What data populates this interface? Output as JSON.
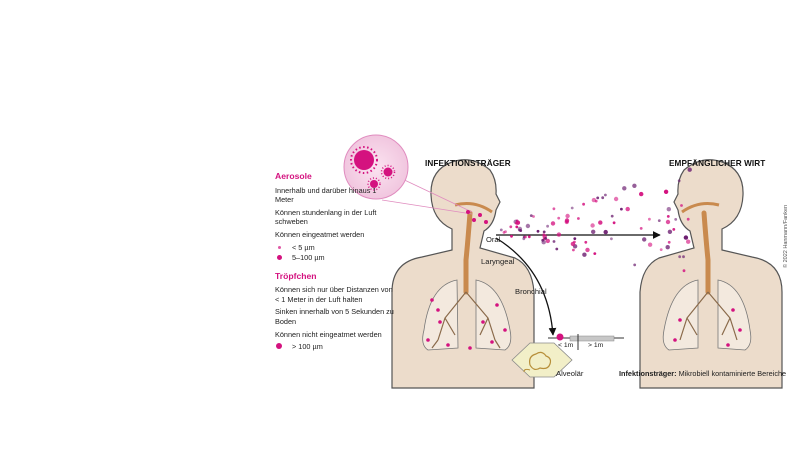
{
  "titles": {
    "source": "INFEKTIONSTRÄGER",
    "recipient": "EMPFÄNGLICHER WIRT"
  },
  "legend": {
    "aerosols": {
      "heading": "Aerosole",
      "lines": [
        "Innerhalb und darüber hinaus 1 Meter",
        "Können stundenlang in der Luft schweben",
        "Können eingeatmet werden"
      ],
      "sizes": [
        "< 5 µm",
        "5–100 µm"
      ]
    },
    "droplets": {
      "heading": "Tröpfchen",
      "lines": [
        "Können sich nur über Distanzen von < 1 Meter in der Luft halten",
        "Sinken innerhalb von 5 Sekunden zu Boden",
        "Können nicht eingeatmet werden"
      ],
      "sizes": [
        "> 100 µm"
      ]
    }
  },
  "labels": {
    "oral": "Oral",
    "laryngeal": "Laryngeal",
    "bronchial": "Bronchial",
    "alveolar": "Alveolär",
    "distance_near": "< 1m",
    "distance_far": "> 1m"
  },
  "caption": {
    "bold": "Infektionsträger:",
    "text": "Mikrobiell kontaminierte Bereiche"
  },
  "copyright": "© 2022 Hanmann/Fanken",
  "colors": {
    "magenta": "#d4127f",
    "purple": "#6a1b6e",
    "skin": "#ecdccb",
    "outline": "#555555"
  }
}
